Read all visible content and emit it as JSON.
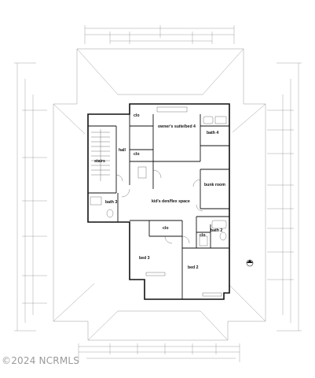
{
  "rooms": {
    "owners_suite": "owner's suite/bed 4",
    "bath4": "bath 4",
    "hall": "hall",
    "stairs": "stairs",
    "bunk_room": "bunk room",
    "kids_den": "kid's den/flex space",
    "bath3": "bath 3",
    "clo_a": "clo",
    "clo_b": "clo",
    "clo_c": "clo",
    "clo_d": "clo",
    "bath2": "bath 2",
    "bed3": "bed 3",
    "bed2": "bed 2"
  },
  "watermark": "©2024 NCRMLS",
  "colors": {
    "wall": "#111111",
    "roof_lines": "#9a9a9a",
    "dimension_lines": "#666666",
    "watermark": "#9a9a9a"
  }
}
